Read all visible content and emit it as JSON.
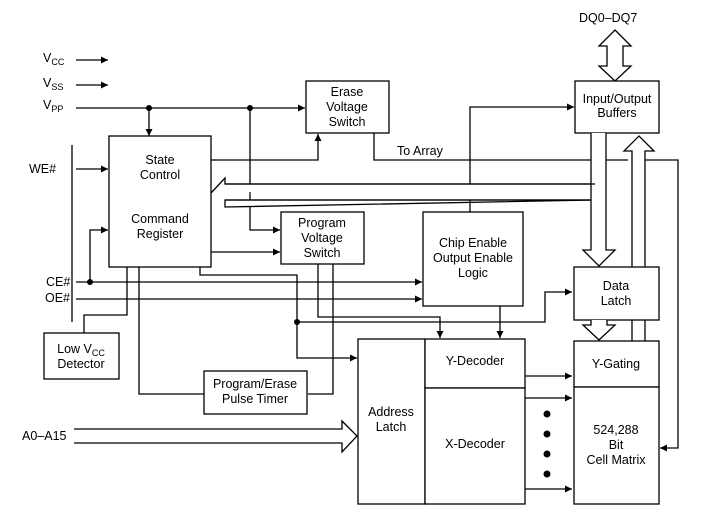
{
  "diagram": {
    "type": "block-diagram",
    "colors": {
      "stroke": "#000000",
      "background": "#ffffff"
    },
    "signals": {
      "vcc": {
        "main": "V",
        "sub": "CC"
      },
      "vss": {
        "main": "V",
        "sub": "SS"
      },
      "vpp": {
        "main": "V",
        "sub": "PP"
      },
      "we": "WE#",
      "ce": "CE#",
      "oe": "OE#",
      "address_bus": "A0–A15",
      "data_bus": "DQ0–DQ7",
      "to_array": "To Array"
    },
    "blocks": {
      "erase_voltage_switch": [
        "Erase",
        "Voltage",
        "Switch"
      ],
      "state_control": [
        "State",
        "Control"
      ],
      "command_register": [
        "Command",
        "Register"
      ],
      "program_voltage_switch": [
        "Program",
        "Voltage",
        "Switch"
      ],
      "chip_enable_logic": [
        "Chip Enable",
        "Output Enable",
        "Logic"
      ],
      "io_buffers": [
        "Input/Output",
        "Buffers"
      ],
      "data_latch": [
        "Data",
        "Latch"
      ],
      "low_vcc_detector": {
        "line1_main": "Low V",
        "line1_sub": "CC",
        "line2": "Detector"
      },
      "pulse_timer": [
        "Program/Erase",
        "Pulse Timer"
      ],
      "address_latch": [
        "Address",
        "Latch"
      ],
      "y_decoder": "Y-Decoder",
      "x_decoder": "X-Decoder",
      "y_gating": "Y-Gating",
      "cell_matrix": [
        "524,288",
        "Bit",
        "Cell Matrix"
      ]
    }
  }
}
